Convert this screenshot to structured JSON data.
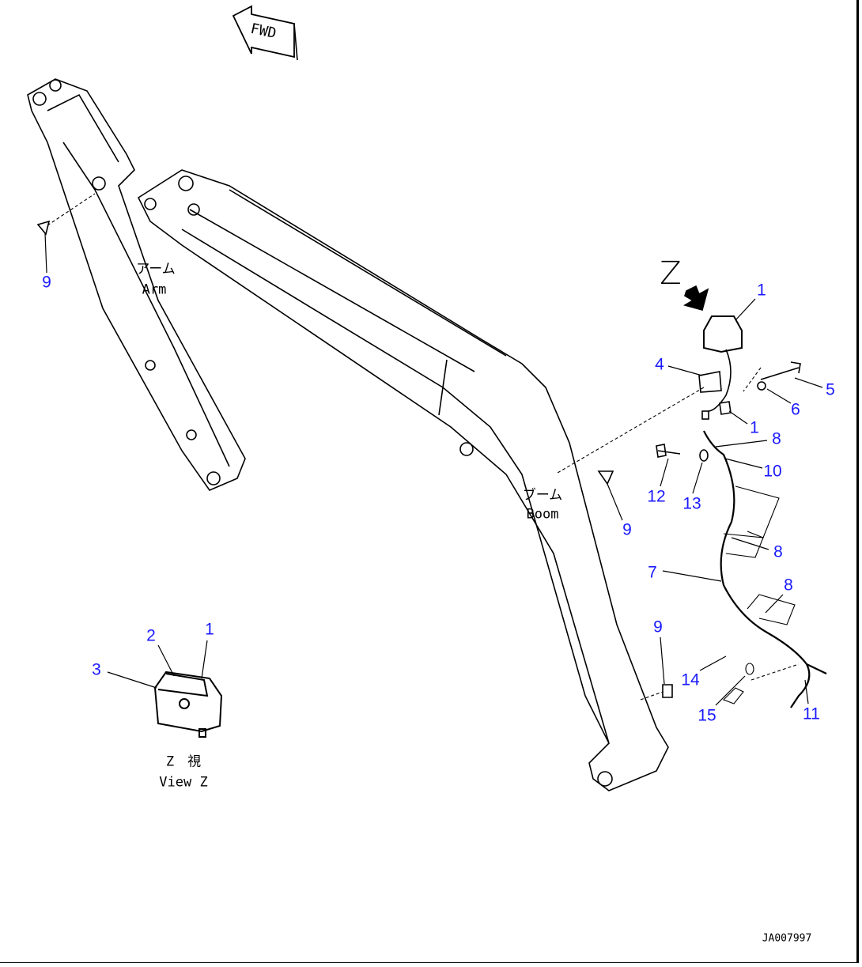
{
  "drawing_code": "JA007997",
  "fwd_arrow": "FWD",
  "view_marker": "Z",
  "arm_label": {
    "jp": "アーム",
    "en": "Arm"
  },
  "boom_label": {
    "jp": "ブーム",
    "en": "Boom"
  },
  "view_label": {
    "jp": "Z　視",
    "en": "View Z"
  },
  "callout_color": "#1a1aff",
  "callouts": [
    "9",
    "1",
    "4",
    "5",
    "6",
    "1",
    "8",
    "10",
    "12",
    "13",
    "9",
    "8",
    "7",
    "8",
    "9",
    "14",
    "11",
    "15",
    "2",
    "1",
    "3"
  ]
}
